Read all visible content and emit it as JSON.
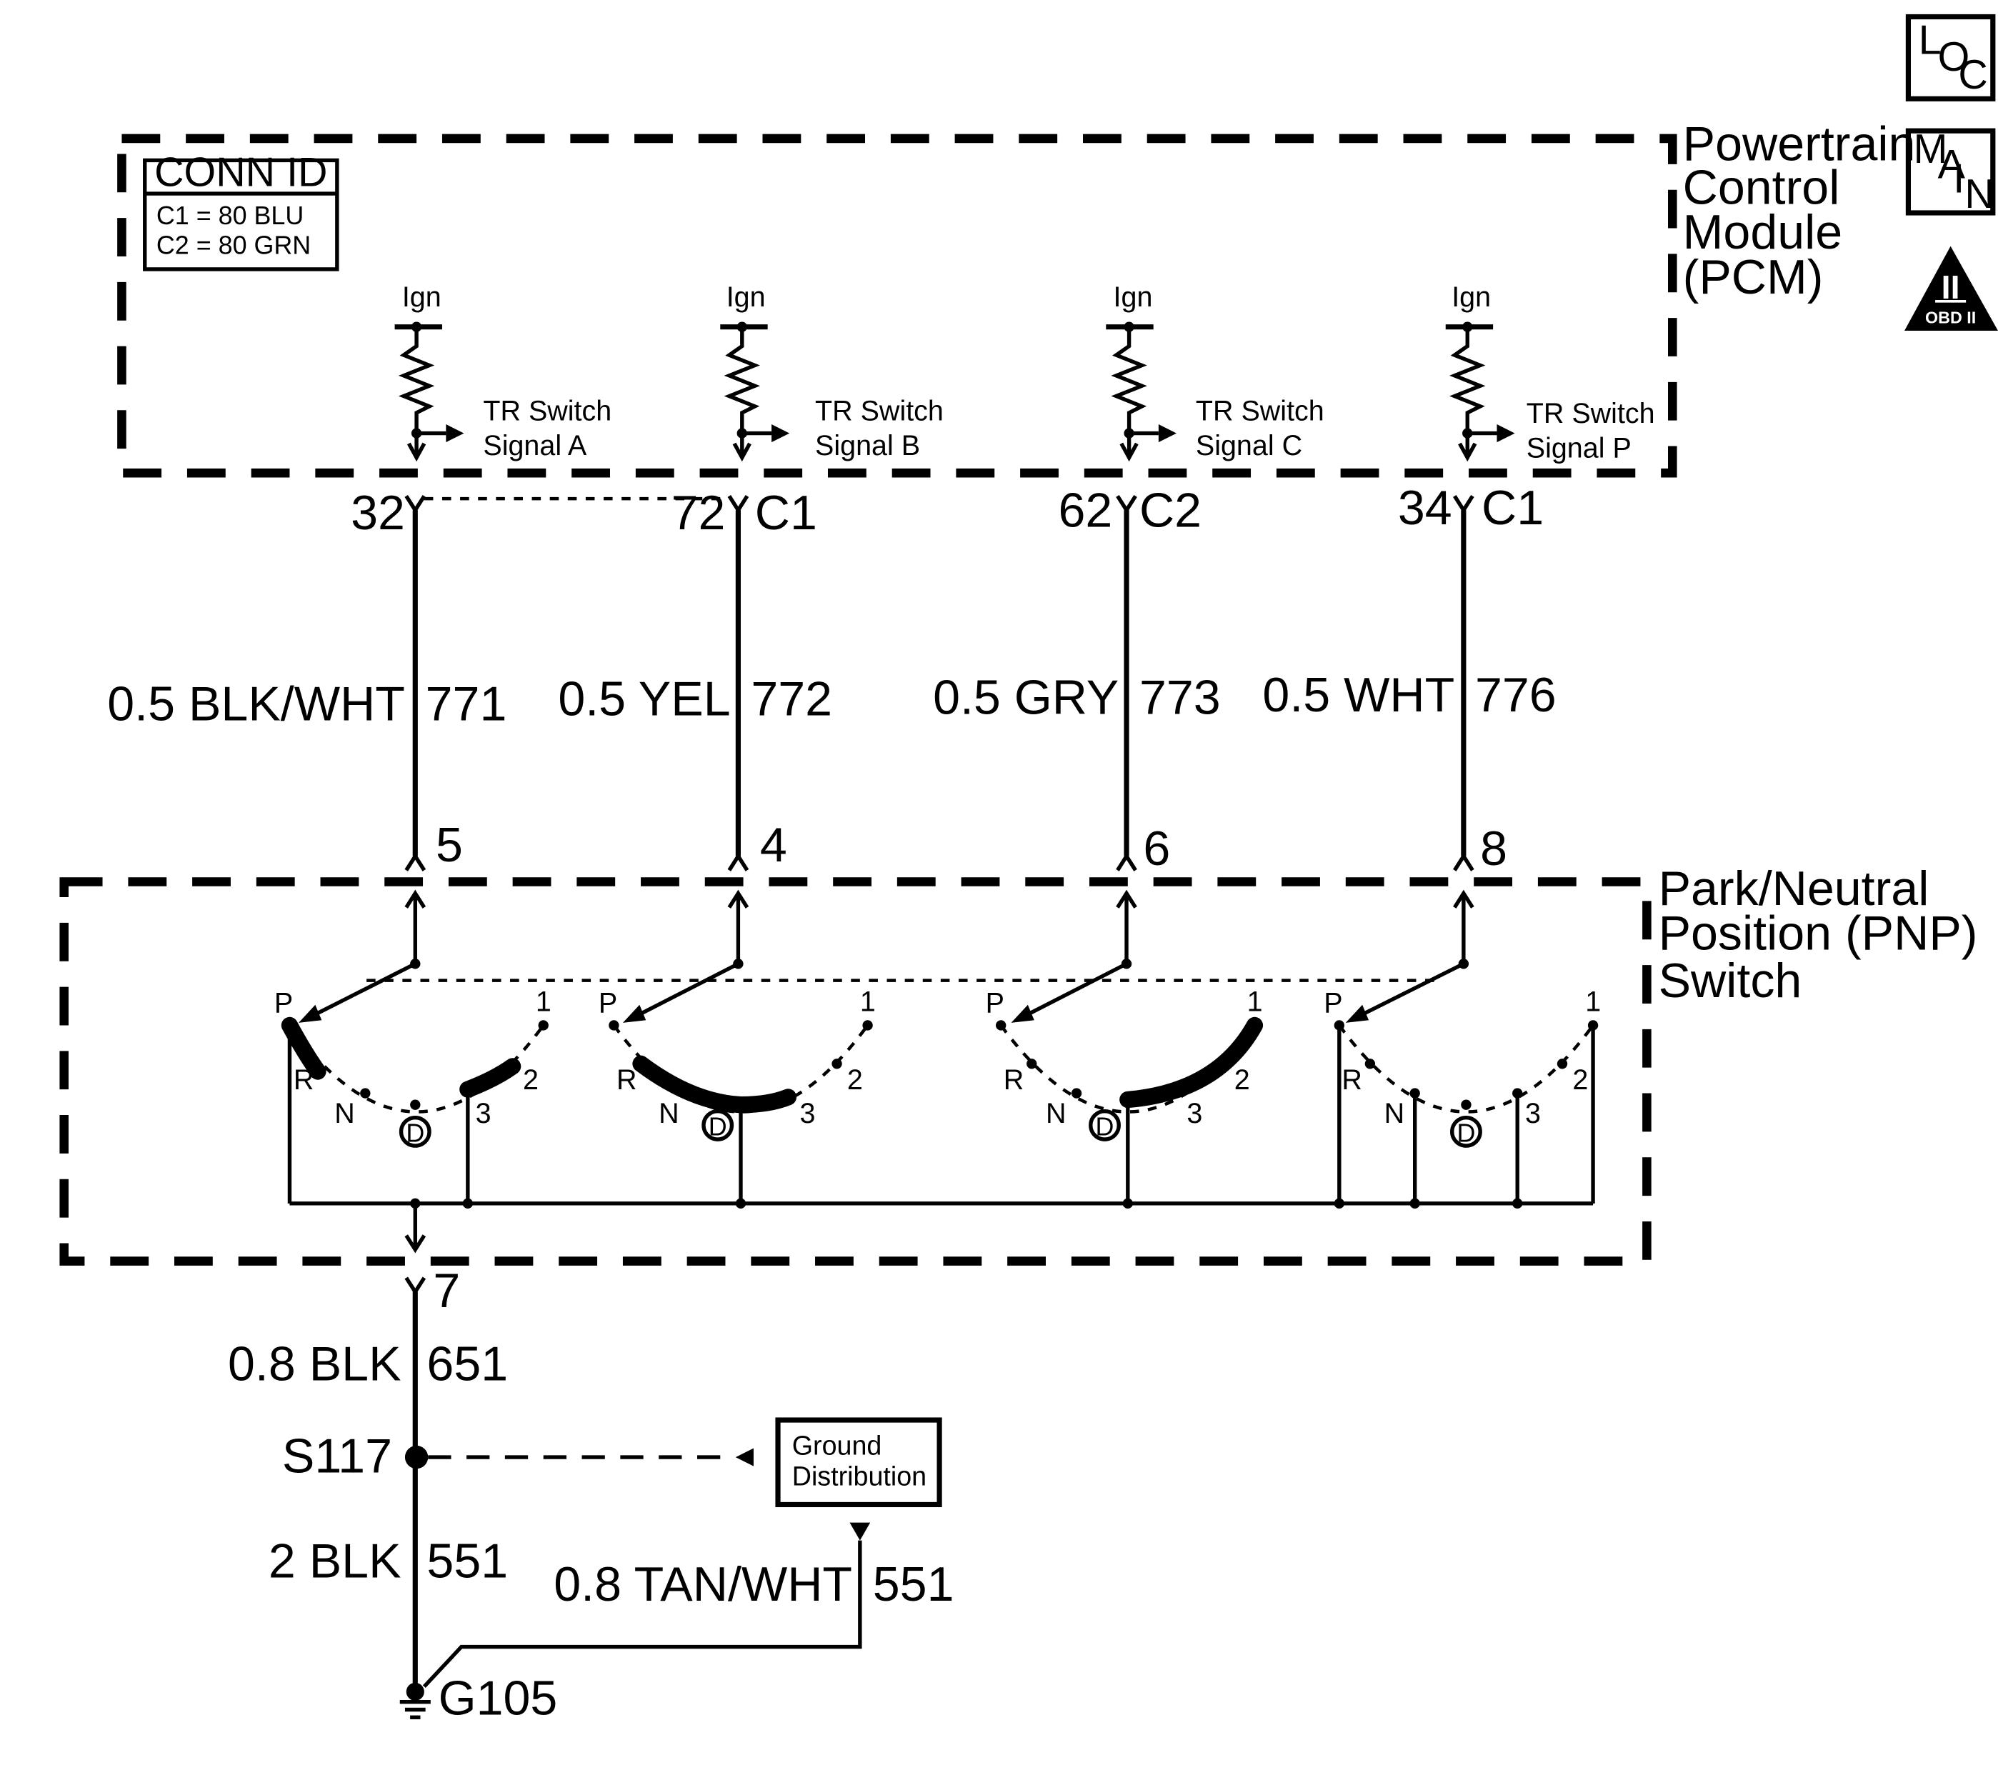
{
  "icons": {
    "loc": [
      "L",
      "O",
      "C"
    ],
    "main": [
      "M",
      "A",
      "I",
      "N"
    ],
    "obd": {
      "roman": "II",
      "text": "OBD II"
    }
  },
  "pcm": {
    "name_lines": [
      "Powertrain",
      "Control",
      "Module",
      "(PCM)"
    ],
    "conn_id": {
      "title": "CONN ID",
      "rows": [
        "C1  =  80 BLU",
        "C2  =  80 GRN"
      ]
    },
    "signals": [
      {
        "ign": "Ign",
        "line1": "TR Switch",
        "line2": "Signal A",
        "pin": "32",
        "conn": "",
        "wire_size_color": "0.5 BLK/WHT",
        "circuit": "771",
        "pnp_pin": "5"
      },
      {
        "ign": "Ign",
        "line1": "TR Switch",
        "line2": "Signal B",
        "pin": "72",
        "conn": "C1",
        "wire_size_color": "0.5 YEL",
        "circuit": "772",
        "pnp_pin": "4"
      },
      {
        "ign": "Ign",
        "line1": "TR Switch",
        "line2": "Signal C",
        "pin": "62",
        "conn": "C2",
        "wire_size_color": "0.5 GRY",
        "circuit": "773",
        "pnp_pin": "6"
      },
      {
        "ign": "Ign",
        "line1": "TR Switch",
        "line2": "Signal P",
        "pin": "34",
        "conn": "C1",
        "wire_size_color": "0.5 WHT",
        "circuit": "776",
        "pnp_pin": "8"
      }
    ]
  },
  "pnp": {
    "name_lines": [
      "Park/Neutral",
      "Position (PNP)",
      "Switch"
    ],
    "positions": [
      "P",
      "R",
      "N",
      "D",
      "3",
      "2",
      "1"
    ],
    "ground_pin": "7"
  },
  "ground": {
    "wire1": {
      "size_color": "0.8 BLK",
      "circuit": "651"
    },
    "splice": "S117",
    "distribution_lines": [
      "Ground",
      "Distribution"
    ],
    "wire2": {
      "size_color": "2 BLK",
      "circuit": "551"
    },
    "wire3": {
      "size_color": "0.8 TAN/WHT",
      "circuit": "551"
    },
    "ground_point": "G105"
  }
}
